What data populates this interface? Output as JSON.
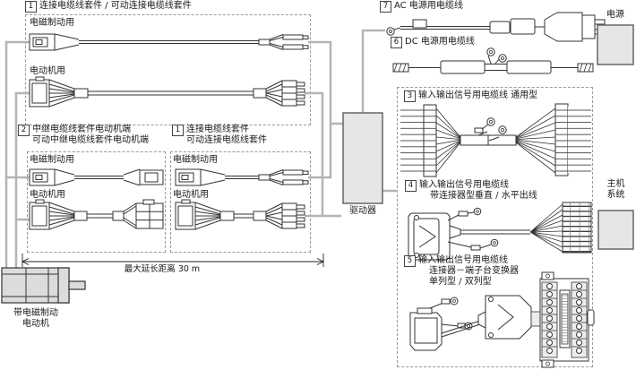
{
  "labels": {
    "kit1_top": {
      "num": "1",
      "title": "连接电缆线套件 / 可动连接电缆线套件"
    },
    "brake": "电磁制动用",
    "motor": "电动机用",
    "kit2": {
      "num": "2",
      "line1": "中继电缆线套件电动机端",
      "line2": "可动中继电缆线套件电动机端"
    },
    "kit1_mid": {
      "num": "1",
      "line1": "连接电缆线套件",
      "line2": "可动连接电缆线套件"
    },
    "max_distance": "最大延长距离 30 m",
    "motor_unit": {
      "line1": "带电磁制动",
      "line2": "电动机"
    },
    "driver": "驱动器",
    "cable7": {
      "num": "7",
      "title": "AC 电源用电缆线"
    },
    "cable6": {
      "num": "6",
      "title": "DC 电源用电缆线"
    },
    "power": "电源",
    "cable3": {
      "num": "3",
      "title": "输入输出信号用电缆线 通用型"
    },
    "cable4": {
      "num": "4",
      "title": "输入输出信号用电缆线",
      "subtitle": "带连接器型垂直 / 水平出线"
    },
    "cable5": {
      "num": "5",
      "title": "输入输出信号用电缆线",
      "subtitle1": "连接器－端子台变换器",
      "subtitle2": "单列型 / 双列型"
    },
    "host": {
      "line1": "主机",
      "line2": "系统"
    }
  },
  "colors": {
    "box_fill": "#e6e6e6",
    "box_border": "#666666",
    "connector_line": "#b4b4b4",
    "dashed_border": "#999999",
    "cable_stroke": "#333333",
    "motor_fill": "#dcdcdc"
  }
}
